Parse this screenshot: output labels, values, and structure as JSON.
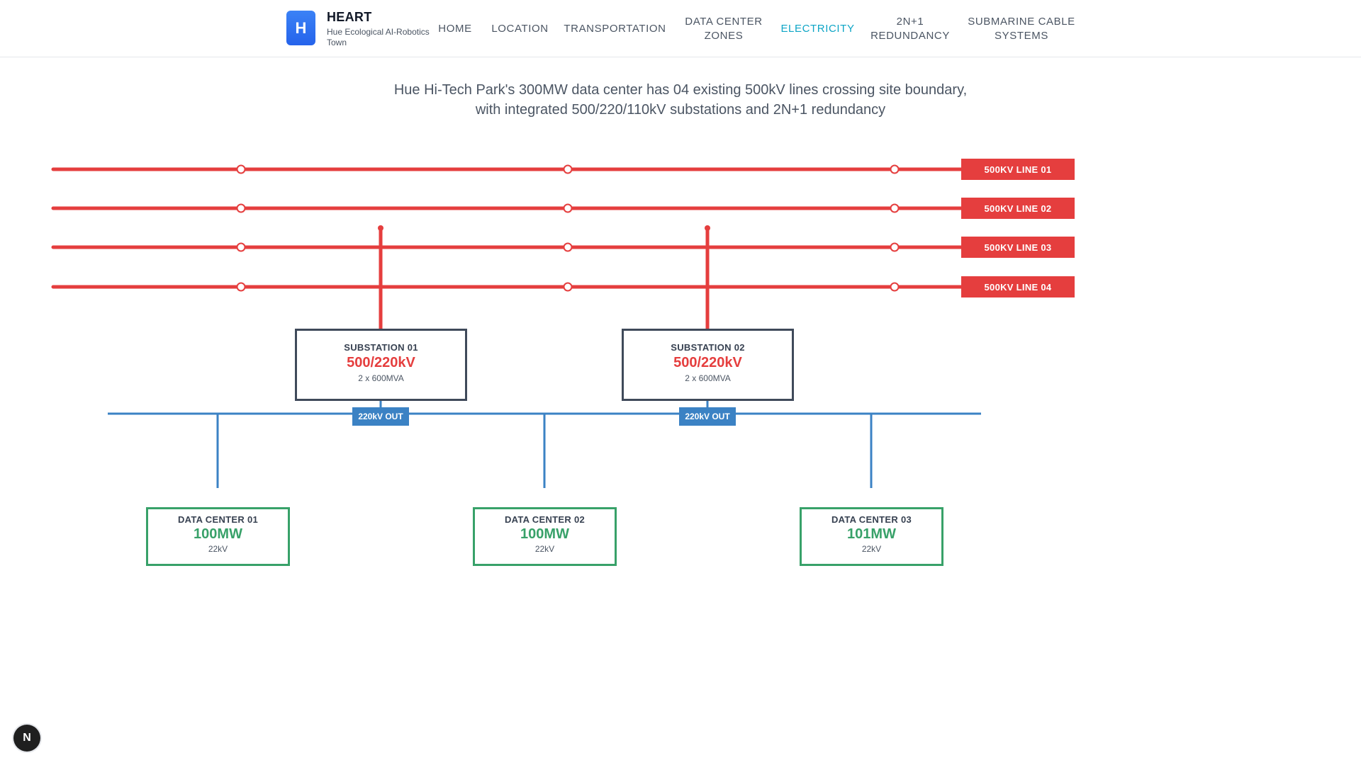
{
  "brand": {
    "logo_letter": "H",
    "title": "HEART",
    "subtitle": "Hue Ecological AI-Robotics Town"
  },
  "nav": [
    {
      "label": "HOME",
      "active": false
    },
    {
      "label": "LOCATION",
      "active": false
    },
    {
      "label": "TRANSPORTATION",
      "active": false
    },
    {
      "label": "DATA CENTER ZONES",
      "active": false
    },
    {
      "label": "ELECTRICITY",
      "active": true
    },
    {
      "label": "2N+1 REDUNDANCY",
      "active": false
    },
    {
      "label": "SUBMARINE CABLE SYSTEMS",
      "active": false
    }
  ],
  "intro": {
    "line1": "Hue Hi-Tech Park's 300MW data center has 04 existing 500kV lines crossing site boundary,",
    "line2": "with integrated 500/220/110kV substations and 2N+1 redundancy"
  },
  "lines": [
    {
      "label": "500KV LINE 01"
    },
    {
      "label": "500KV LINE 02"
    },
    {
      "label": "500KV LINE 03"
    },
    {
      "label": "500KV LINE 04"
    }
  ],
  "substations": [
    {
      "name": "SUBSTATION 01",
      "voltage": "500/220kV",
      "capacity": "2 x 600MVA",
      "out_label": "220kV OUT"
    },
    {
      "name": "SUBSTATION 02",
      "voltage": "500/220kV",
      "capacity": "2 x 600MVA",
      "out_label": "220kV OUT"
    }
  ],
  "data_centers": [
    {
      "name": "DATA CENTER 01",
      "power": "100MW",
      "voltage": "22kV"
    },
    {
      "name": "DATA CENTER 02",
      "power": "100MW",
      "voltage": "22kV"
    },
    {
      "name": "DATA CENTER 03",
      "power": "101MW",
      "voltage": "22kV"
    }
  ],
  "colors": {
    "line_500kv": "#e53e3e",
    "bus_220kv": "#3b82c4",
    "substation_border": "#3f4a5a",
    "data_center": "#38a169",
    "nav_active": "#0ea5c6",
    "logo": "#2563eb"
  },
  "fab": {
    "letter": "N"
  }
}
